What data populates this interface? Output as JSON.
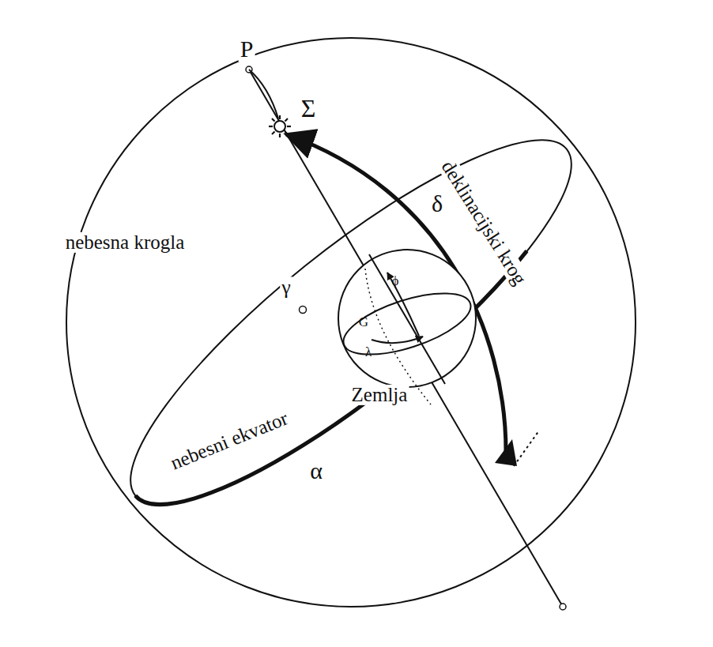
{
  "diagram": {
    "labels": [
      "P",
      "Σ",
      "deklinacijski krog",
      "δ",
      "nebesna krogla",
      "γ",
      "G",
      "ϕ",
      "λ",
      "Zemlja",
      "nebesni ekvator",
      "α"
    ]
  }
}
